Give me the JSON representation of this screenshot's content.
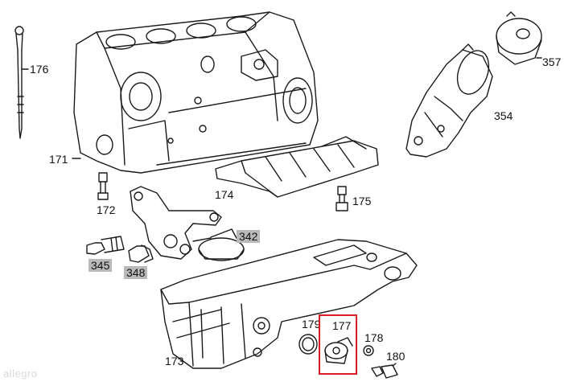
{
  "diagram": {
    "colors": {
      "line": "#1a1a1a",
      "highlight": "#b9b9b9",
      "callout": "#d81f26",
      "background": "#ffffff"
    },
    "labels": {
      "p176": "176",
      "p171": "171",
      "p172": "172",
      "p174": "174",
      "p175": "175",
      "p342": "342",
      "p345": "345",
      "p348": "348",
      "p173": "173",
      "p179": "179",
      "p177": "177",
      "p178": "178",
      "p180": "180",
      "p354": "354",
      "p357": "357"
    },
    "highlighted_parts": [
      "342",
      "345",
      "348"
    ],
    "selected_part": "177",
    "watermark": "allegro"
  }
}
